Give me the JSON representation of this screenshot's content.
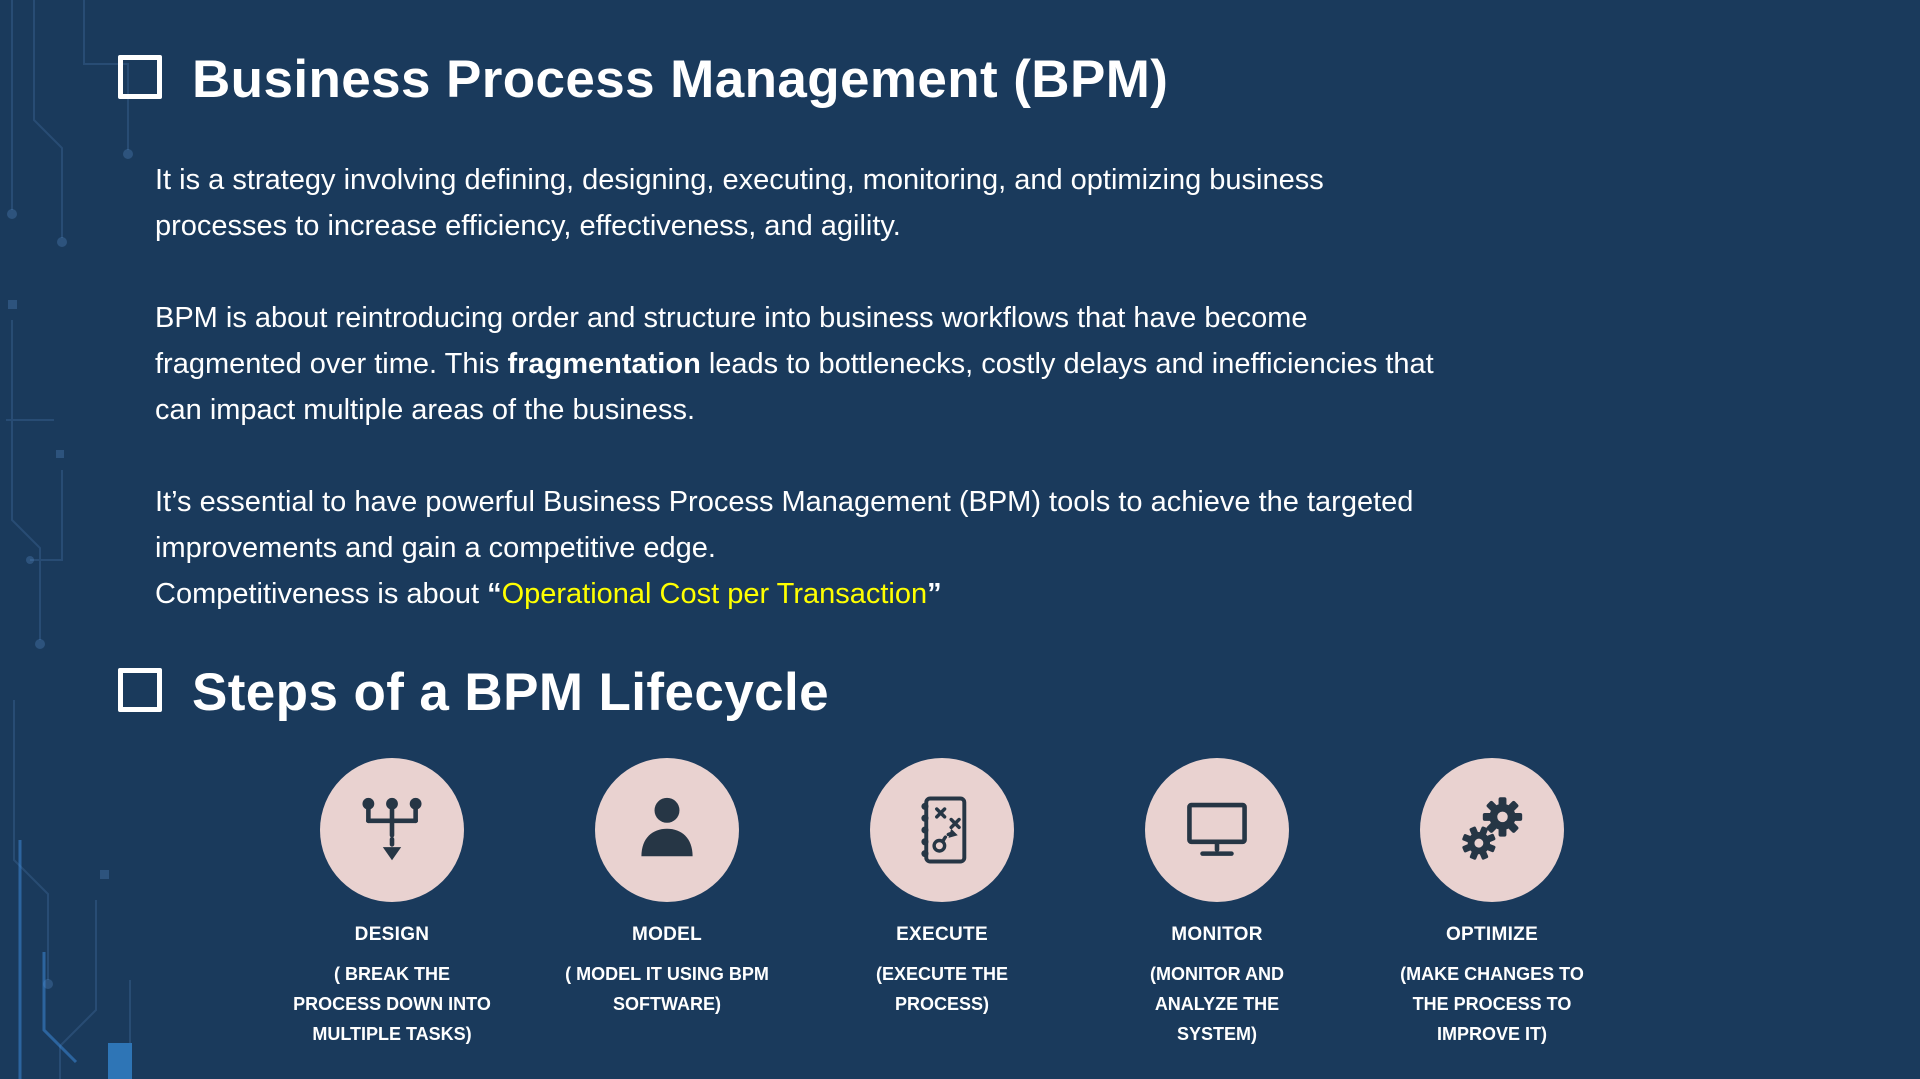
{
  "slide": {
    "title": "Business Process Management (BPM)",
    "section2_title": "Steps of a BPM Lifecycle",
    "p1": "It is a strategy involving defining, designing, executing, monitoring, and optimizing business processes to increase efficiency, effectiveness, and agility.",
    "p2": {
      "pre": "BPM is about reintroducing order and structure into business workflows that have become fragmented over time. This ",
      "bold": "fragmentation",
      "post": " leads to bottlenecks, costly delays and inefficiencies that can impact multiple areas of the business."
    },
    "p3": {
      "line1": "It’s essential to have powerful Business Process Management (BPM)  tools to achieve the targeted improvements and gain a competitive edge.",
      "line2_pre": "Competitiveness is about ",
      "quote_open": "“",
      "highlight": "Operational Cost per Transaction",
      "quote_close": "”"
    }
  },
  "steps": [
    {
      "label": "DESIGN",
      "caption": "( BREAK THE PROCESS DOWN INTO MULTIPLE TASKS)",
      "icon": "workflow-icon"
    },
    {
      "label": "MODEL",
      "caption": "( MODEL IT USING BPM SOFTWARE)",
      "icon": "person-icon"
    },
    {
      "label": "EXECUTE",
      "caption": "(EXECUTE THE PROCESS)",
      "icon": "strategy-icon"
    },
    {
      "label": "MONITOR",
      "caption": "(MONITOR AND ANALYZE THE SYSTEM)",
      "icon": "monitor-icon"
    },
    {
      "label": "OPTIMIZE",
      "caption": "(MAKE CHANGES TO THE PROCESS TO IMPROVE IT)",
      "icon": "gears-icon"
    }
  ],
  "colors": {
    "background": "#1A3A5C",
    "text": "#FFFFFF",
    "highlight_yellow": "#FFFF00",
    "step_circle_fill": "#E9D2D0",
    "step_icon_dark": "#263645",
    "corner_accent_blue": "#2E75B6"
  }
}
